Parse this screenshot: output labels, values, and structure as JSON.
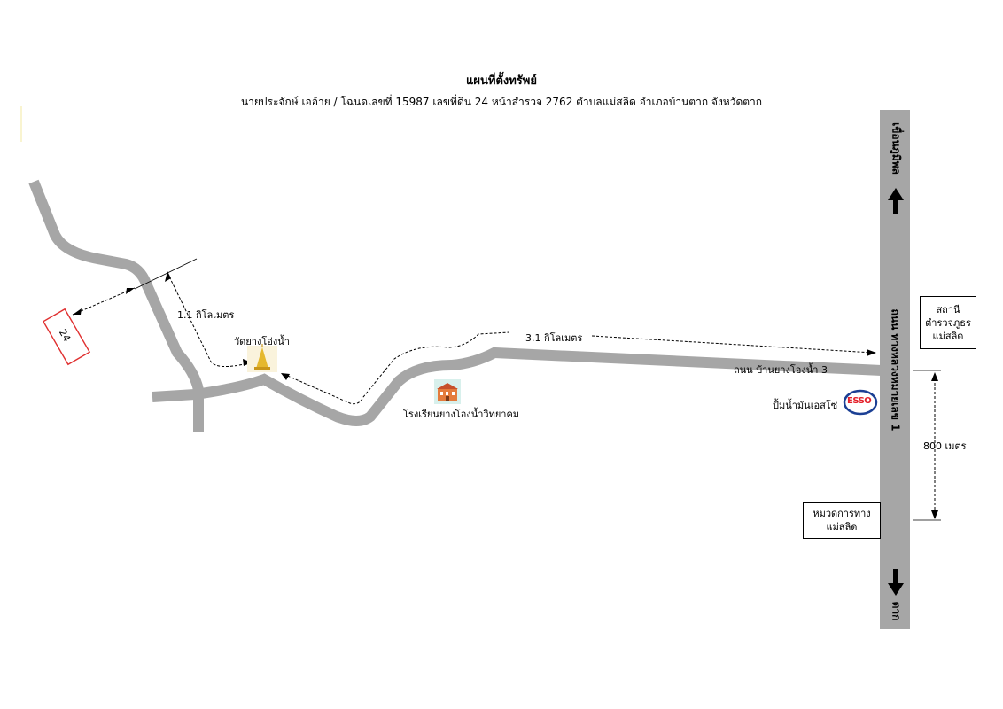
{
  "title": "แผนที่ตั้งทรัพย์",
  "subtitle": "นายประจักษ์  เออ้าย / โฉนดเลขที่ 15987 เลขที่ดิน 24 หน้าสำรวจ 2762 ตำบลแม่สลิด อำเภอบ้านตาก จังหวัดตาก",
  "parcel_number": "24",
  "labels": {
    "distance_temple": "1.1 กิโลเมตร",
    "distance_main": "3.1 กิโลเมตร",
    "distance_800": "800 เมตร",
    "temple": "วัดยางโอ่งน้ำ",
    "school": "โรงเรียนยางโองน้ำวิทยาคม",
    "gas_station": "ปั้มน้ำมันเอสโซ่",
    "esso_logo": "ESSO",
    "road_local": "ถนน บ้านยางโองน้ำ 3",
    "highway": "ถนน ทางหลวงหมายเลข 1",
    "north_direction": "เขื่อนภูมิพล",
    "south_direction": "ตาก"
  },
  "boxes": {
    "police_line1": "สถานี",
    "police_line2": "ตำรวจภูธร",
    "police_line3": "แม่สลิด",
    "highway_unit_line1": "หมวดการทาง",
    "highway_unit_line2": "แม่สลิด"
  },
  "colors": {
    "road": "#a6a6a6",
    "parcel": "#e03030",
    "esso_red": "#e4202a",
    "esso_blue": "#1b3f94"
  },
  "icons": {
    "temple": "temple-icon",
    "school": "school-icon",
    "north_arrow": "arrow-up-icon",
    "south_arrow": "arrow-down-icon"
  }
}
